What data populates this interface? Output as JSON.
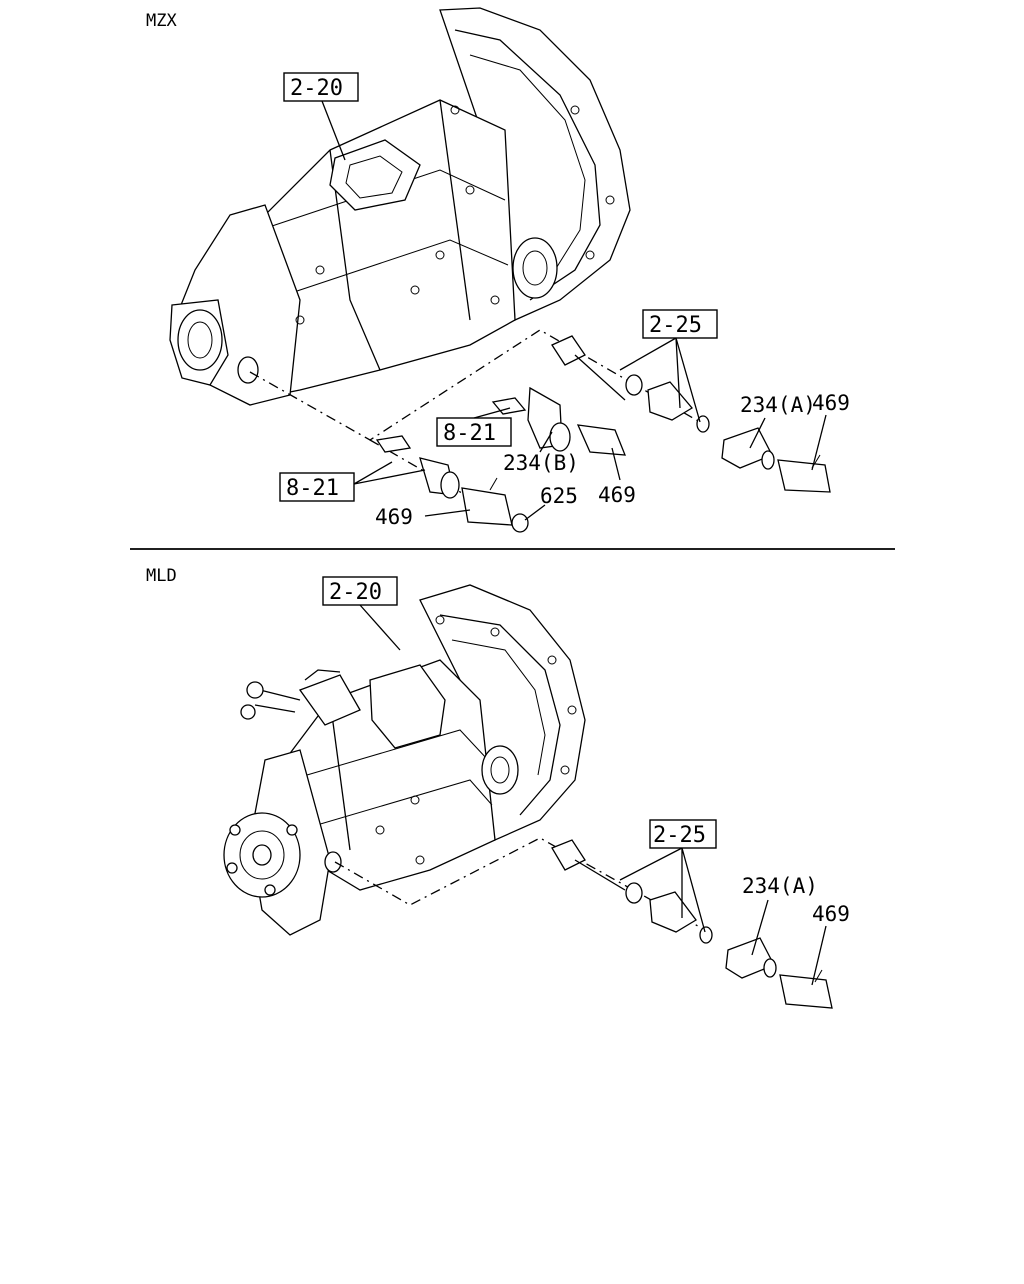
{
  "sections": [
    {
      "model": "MZX",
      "refs": [
        "2-20",
        "2-25",
        "8-21",
        "8-21"
      ],
      "parts": [
        "234(A)",
        "469",
        "234(B)",
        "469",
        "625",
        "469"
      ]
    },
    {
      "model": "MLD",
      "refs": [
        "2-20",
        "2-25"
      ],
      "parts": [
        "234(A)",
        "469"
      ]
    }
  ]
}
